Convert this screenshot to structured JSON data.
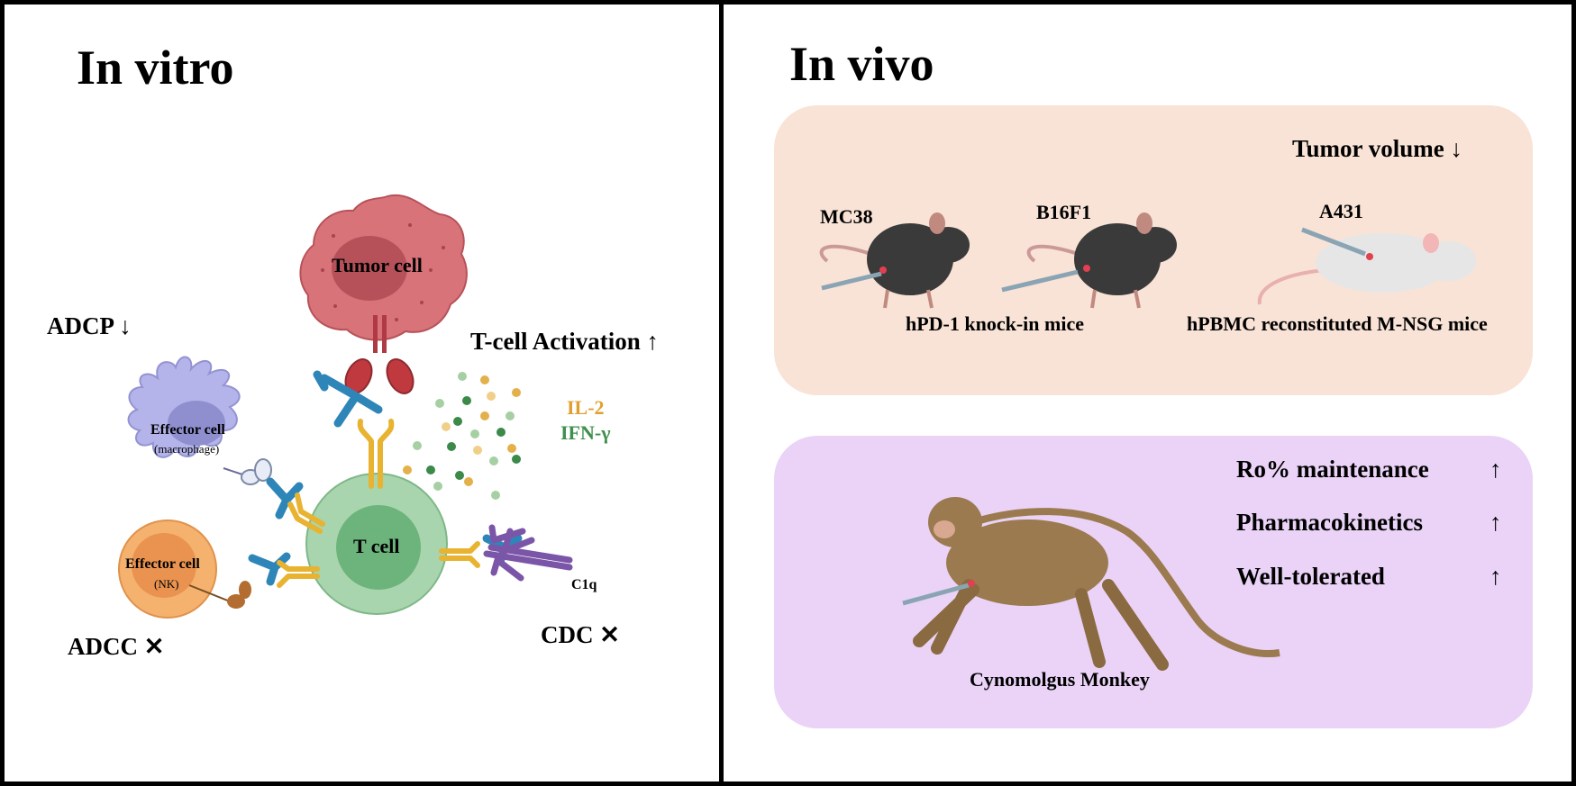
{
  "colors": {
    "invivo_top_panel": "#f9e3d6",
    "invivo_bottom_panel": "#ead3f7",
    "tumor_cell": "#d9737a",
    "t_cell": "#a8d5ad",
    "macrophage": "#b4b4ea",
    "nk_cell": "#f4b26e",
    "antibody_blue": "#2e86b8",
    "receptor_yellow": "#e8b330",
    "c1q_purple": "#7b55a8",
    "il2_text": "#e0a030",
    "ifn_text": "#3f8f4e",
    "mouse_black": "#3a3a3a",
    "mouse_white": "#e6e6e6",
    "monkey": "#9a7a4e"
  },
  "in_vitro": {
    "title": "In vitro",
    "adcp_label": "ADCP ↓",
    "tcell_activation_label": "T-cell Activation ↑",
    "il2_label": "IL-2",
    "ifn_label": "IFN-γ",
    "tumor_cell_label": "Tumor cell",
    "effector_macrophage_label": "Effector cell",
    "effector_macrophage_sub": "(macrophage)",
    "effector_nk_label": "Effector cell",
    "effector_nk_sub": "(NK)",
    "t_cell_label": "T cell",
    "c1q_label": "C1q",
    "adcc_label": "ADCC ✕",
    "cdc_label": "CDC ✕"
  },
  "in_vivo": {
    "title": "In vivo",
    "tumor_volume_label": "Tumor volume ↓",
    "mc38_label": "MC38",
    "b16f1_label": "B16F1",
    "a431_label": "A431",
    "knockin_label": "hPD-1 knock-in mice",
    "hpbmc_label": "hPBMC reconstituted M-NSG mice",
    "ro_label": "Ro% maintenance",
    "pk_label": "Pharmacokinetics",
    "tolerated_label": "Well-tolerated",
    "arrow_up": "↑",
    "monkey_label": "Cynomolgus Monkey"
  }
}
